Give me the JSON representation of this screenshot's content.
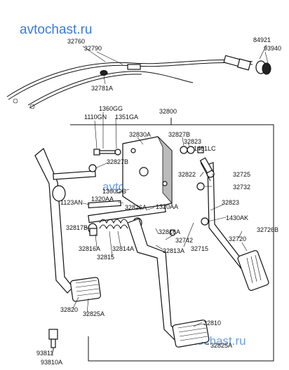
{
  "watermark": {
    "top": "avtochast.ru",
    "middle": "avtochast.ru",
    "bottom": "avtochast.ru"
  },
  "labels": {
    "p84921": "84921",
    "p93940": "93940",
    "p32760": "32760",
    "p32790": "32790",
    "p32781A": "32781A",
    "p1360GG": "1360GG",
    "p1110GN": "1110GN",
    "p1351GA": "1351GA",
    "p32800": "32800",
    "p32830A": "32830A",
    "p32827B_top": "32827B",
    "p32823_top": "32823",
    "p1461LC": "1461LC",
    "p32827B_left": "32827B",
    "p32822": "32822",
    "p32725": "32725",
    "p32732": "32732",
    "p1360GG_mid": "1360GG",
    "p1123AN": "1123AN",
    "p1320AA_left": "1320AA",
    "p32826A": "32826A",
    "p1320AA_right": "1320AA",
    "p32823_right": "32823",
    "p1430AK": "1430AK",
    "p32726B": "32726B",
    "p32817B": "32817B",
    "p32816A_left": "32816A",
    "p32814A": "32814A",
    "p32815": "32815",
    "p32816A_mid": "32816A",
    "p32742": "32742",
    "p32813A": "32813A",
    "p32715": "32715",
    "p32720": "32720",
    "p32820": "32820",
    "p32825A_left": "32825A",
    "p32810": "32810",
    "p32825A_bottom": "32825A",
    "p93811": "93811",
    "p93810A": "93810A"
  }
}
